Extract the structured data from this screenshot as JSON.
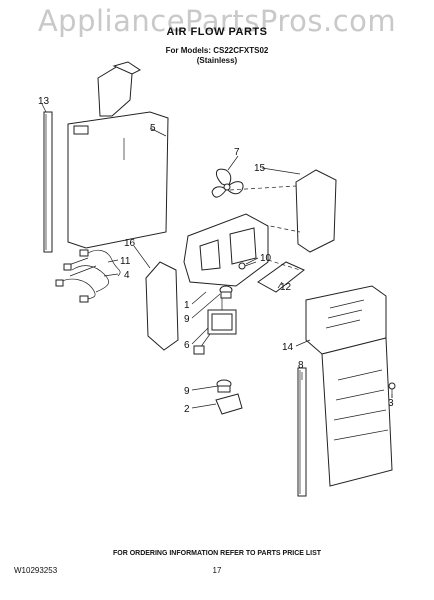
{
  "watermark": "AppliancePartsPros.com",
  "header": {
    "title": "AIR FLOW PARTS",
    "models": "For Models: CS22CFXTS02",
    "finish": "(Stainless)"
  },
  "callouts": [
    "13",
    "5",
    "7",
    "15",
    "16",
    "10",
    "11",
    "4",
    "12",
    "1",
    "9",
    "6",
    "14",
    "8",
    "3",
    "9",
    "2"
  ],
  "footer": {
    "order_note": "FOR ORDERING INFORMATION REFER TO PARTS PRICE LIST",
    "doc_number": "W10293253",
    "page_number": "17"
  }
}
